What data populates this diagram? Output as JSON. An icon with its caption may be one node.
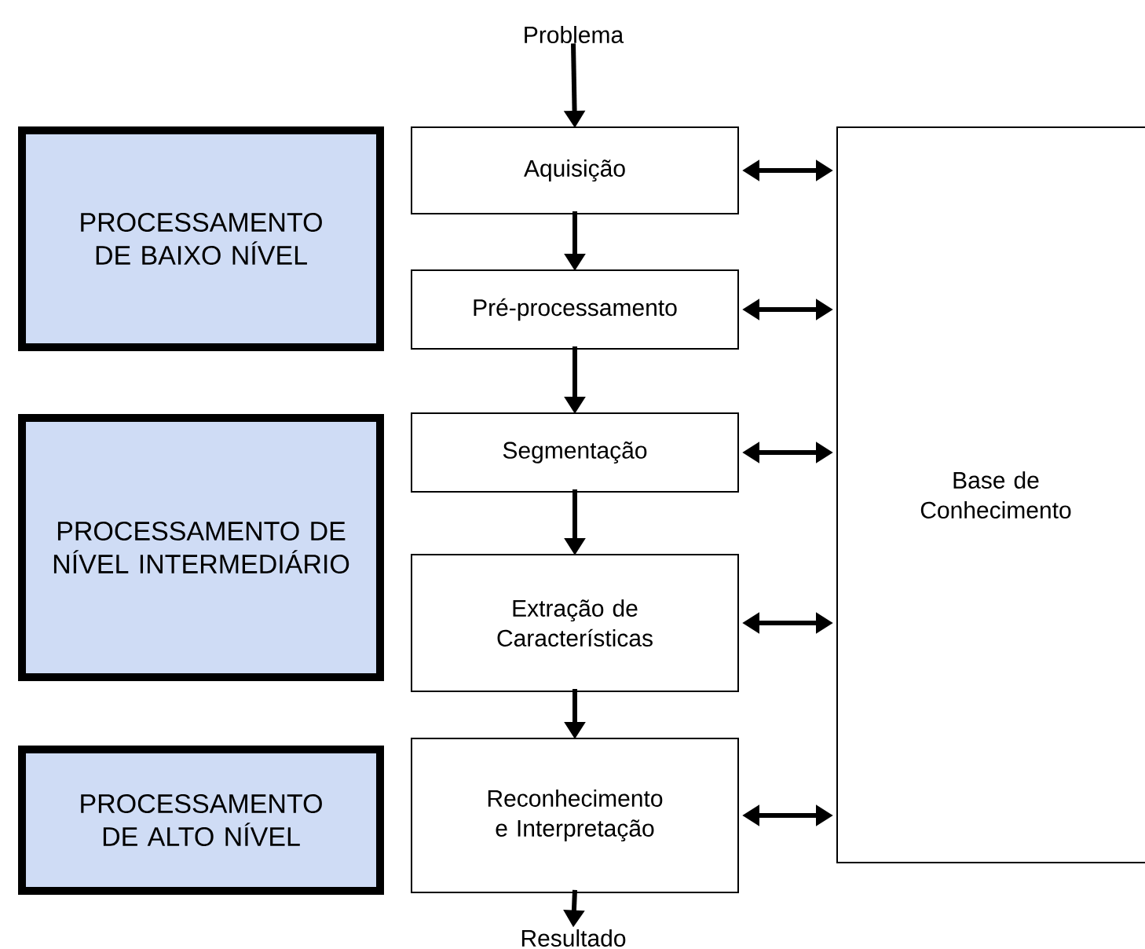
{
  "diagram": {
    "nodes": [
      {
        "text": [
          "Problema"
        ]
      },
      {
        "text": [
          "Aquisição"
        ]
      },
      {
        "text": [
          "Pré-processamento"
        ]
      },
      {
        "text": [
          "Segmentação"
        ]
      },
      {
        "text": [
          "Extração de Características"
        ]
      },
      {
        "text": [
          "Reconhecimento e Interpretação"
        ]
      },
      {
        "text": [
          "Resultado"
        ]
      },
      {
        "text": [
          "Base de Conhecimento"
        ]
      },
      {
        "text": [
          "PROCESSAMENTO DE BAIXO NÍVEL"
        ]
      },
      {
        "text": [
          "PROCESSAMENTO DE NÍVEL INTERMEDIÁRIO"
        ]
      },
      {
        "text": [
          "PROCESSAMENTO DE ALTO NÍVEL"
        ]
      }
    ],
    "edges": [
      {
        "from": 0,
        "to": 1,
        "arrow": "to"
      },
      {
        "from": 1,
        "to": 2,
        "arrow": "to"
      },
      {
        "from": 2,
        "to": 3,
        "arrow": "to"
      },
      {
        "from": 3,
        "to": 4,
        "arrow": "to"
      },
      {
        "from": 4,
        "to": 5,
        "arrow": "to"
      },
      {
        "from": 5,
        "to": 6,
        "arrow": "to"
      },
      {
        "from": 1,
        "to": 7,
        "arrow": "both"
      },
      {
        "from": 2,
        "to": 7,
        "arrow": "both"
      },
      {
        "from": 3,
        "to": 7,
        "arrow": "both"
      },
      {
        "from": 4,
        "to": 7,
        "arrow": "both"
      },
      {
        "from": 5,
        "to": 7,
        "arrow": "both"
      }
    ]
  }
}
